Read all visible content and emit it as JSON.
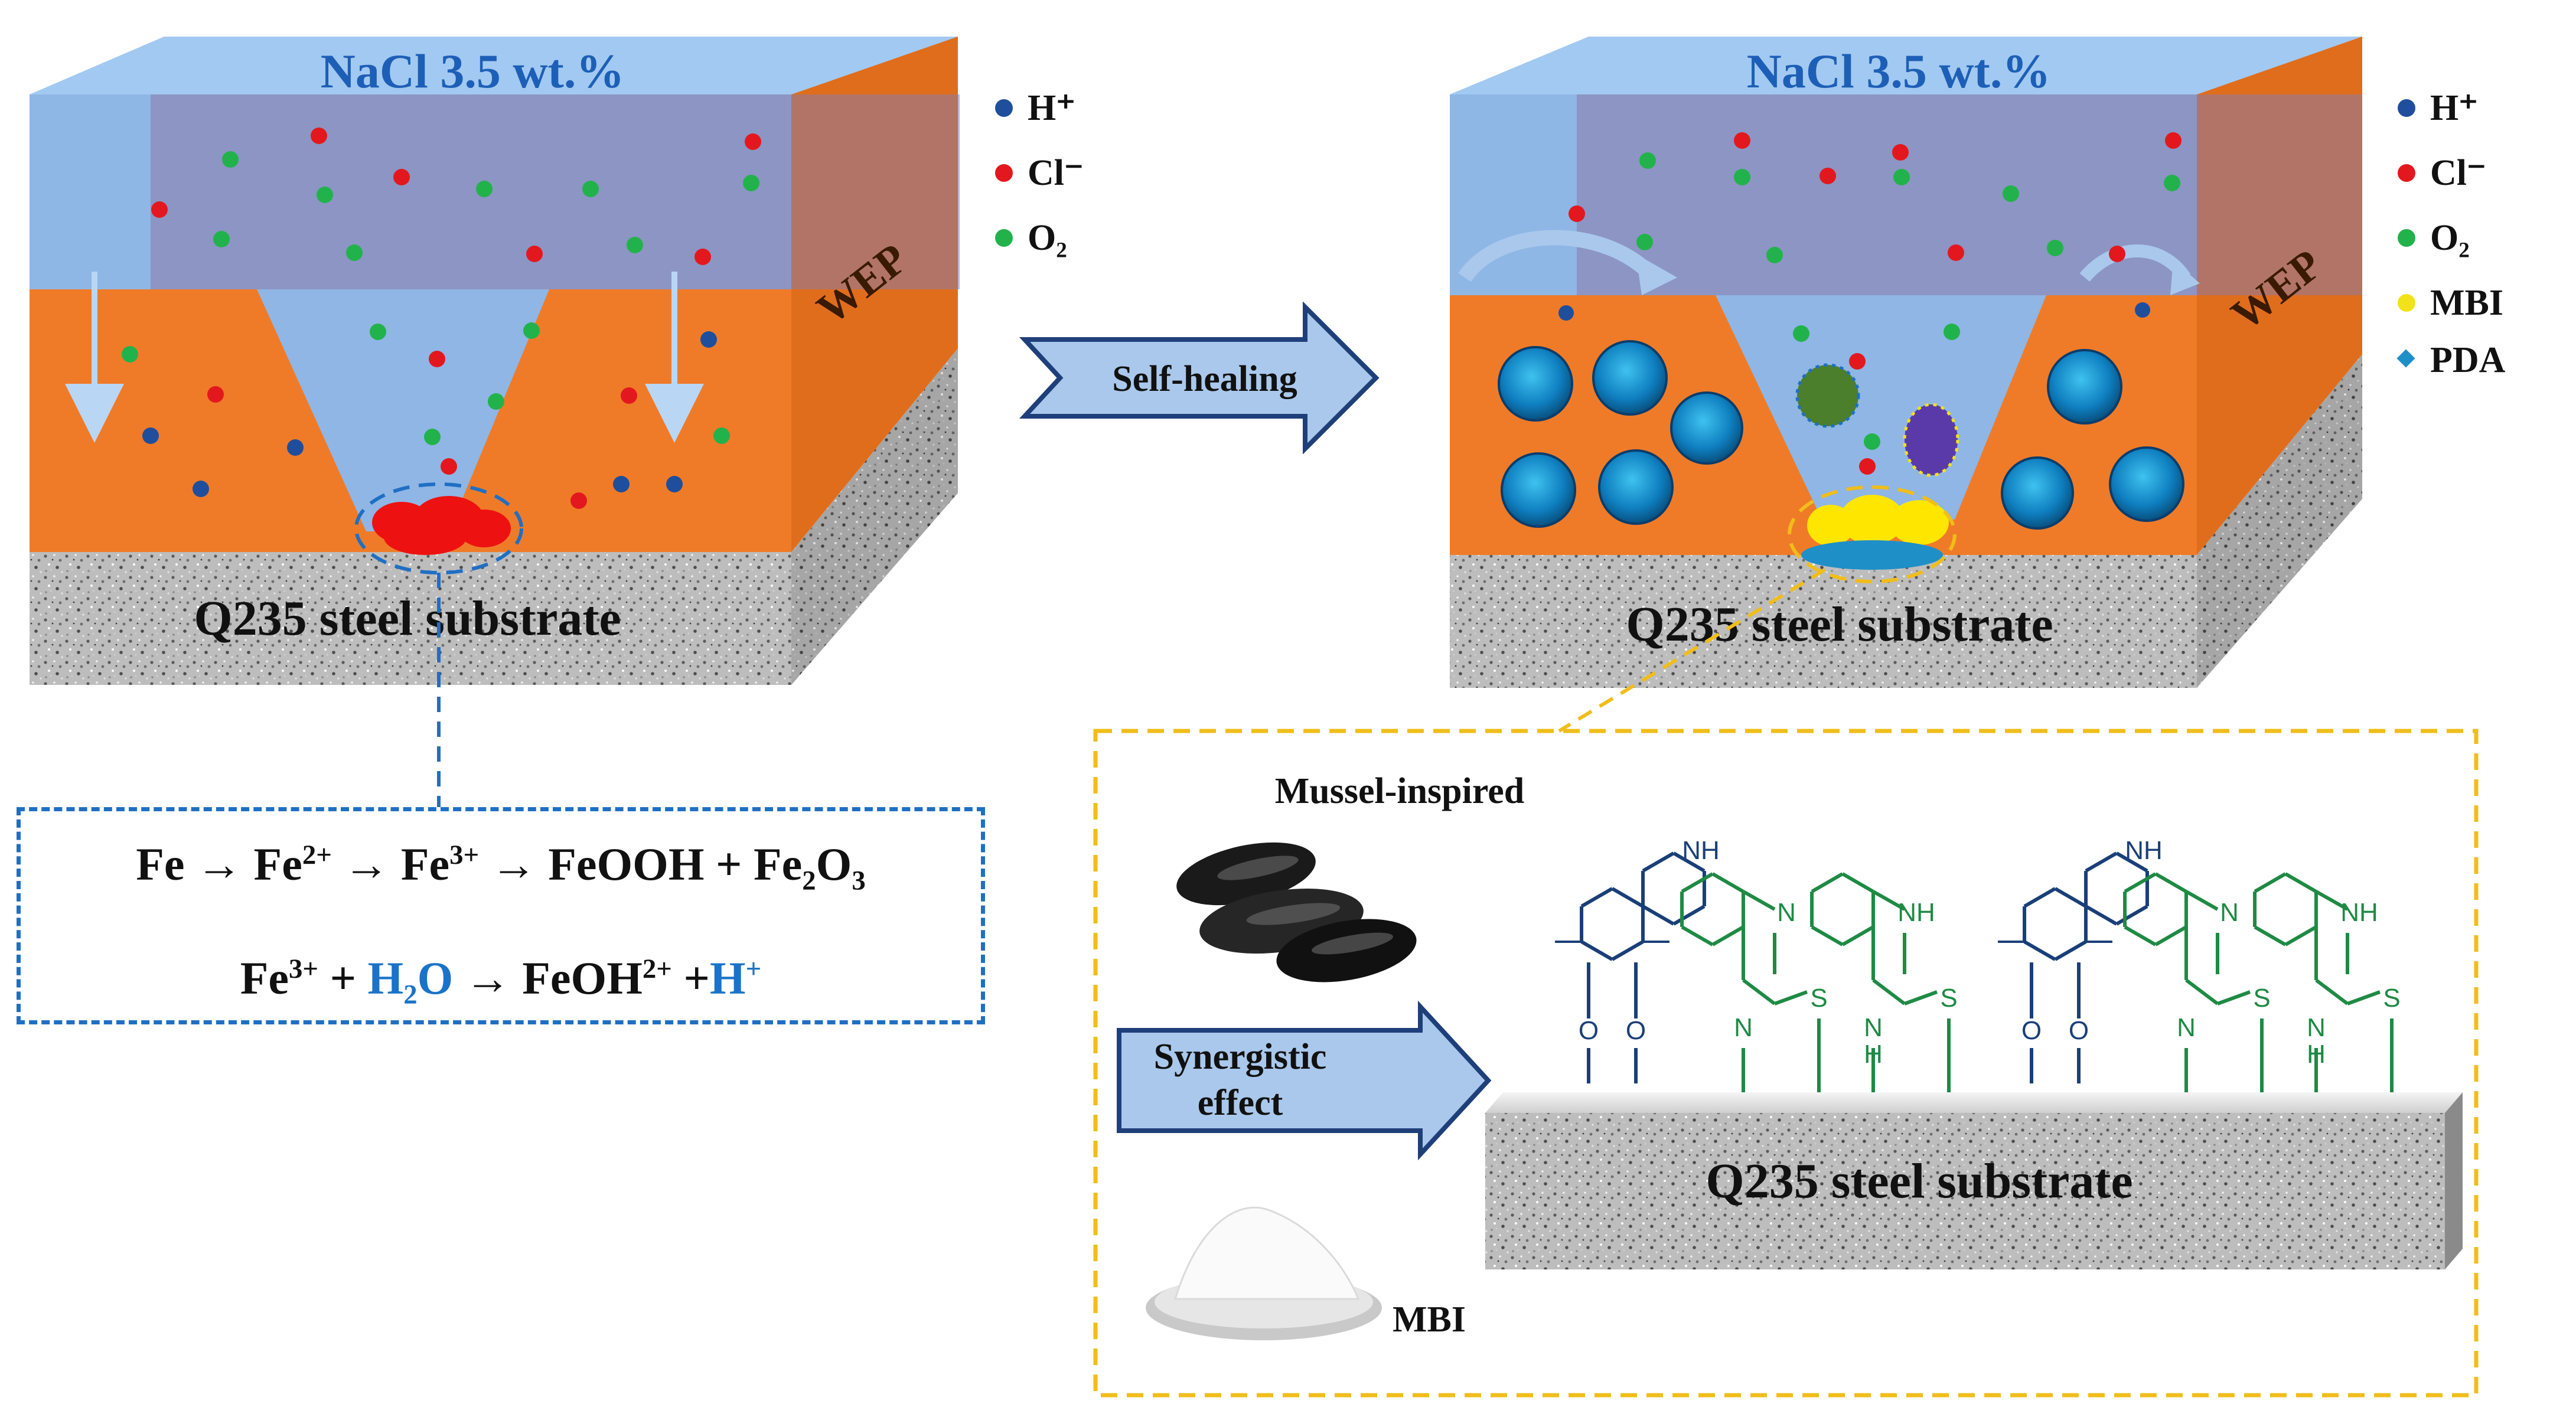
{
  "left_panel": {
    "solution_label": "NaCl 3.5 wt.%",
    "coating_label": "WEP",
    "substrate_label": "Q235 steel substrate",
    "legend": [
      {
        "symbol": "dot",
        "color": "#1f4e9c",
        "label": "H⁺"
      },
      {
        "symbol": "dot",
        "color": "#e3181e",
        "label": "Cl⁻"
      },
      {
        "symbol": "dot",
        "color": "#22b24c",
        "label": "O₂"
      }
    ]
  },
  "arrow_label": "Self-healing",
  "right_panel": {
    "solution_label": "NaCl 3.5 wt.%",
    "coating_label": "WEP",
    "substrate_label": "Q235 steel substrate",
    "legend": [
      {
        "symbol": "dot",
        "color": "#1f4e9c",
        "label": "H⁺"
      },
      {
        "symbol": "dot",
        "color": "#e3181e",
        "label": "Cl⁻"
      },
      {
        "symbol": "dot",
        "color": "#22b24c",
        "label": "O₂"
      },
      {
        "symbol": "dot",
        "color": "#f2e21a",
        "label": "MBI"
      },
      {
        "symbol": "diamond",
        "color": "#1f8fc8",
        "label": "PDA"
      }
    ]
  },
  "equations": {
    "line1": {
      "fe": "Fe",
      "fe2": "Fe",
      "fe2_charge": "2+",
      "fe3": "Fe",
      "fe3_charge": "3+",
      "feooh": "FeOOH",
      "fe2o3_a": "Fe",
      "fe2o3_sub1": "2",
      "fe2o3_b": "O",
      "fe2o3_sub2": "3"
    },
    "line2": {
      "fe3": "Fe",
      "fe3_charge": "3+",
      "water_a": "H",
      "water_sub": "2",
      "water_b": "O",
      "feoh": "FeOH",
      "feoh_charge": "2+",
      "h": "H",
      "h_charge": "+"
    }
  },
  "mechanism": {
    "mussel_label": "Mussel-inspired",
    "synergy_label_1": "Synergistic",
    "synergy_label_2": "effect",
    "mbi_label": "MBI",
    "substrate_label": "Q235 steel substrate",
    "atom_labels": {
      "nh": "NH",
      "n": "N",
      "o": "O",
      "s": "S",
      "h": "H"
    }
  },
  "colors": {
    "solution": "#8fb8ea",
    "coating": "#ee7a2a",
    "pda": "#1a3f78",
    "mbi": "#1e8a44",
    "dash_blue": "#1f6fc4",
    "dash_yellow": "#f0bd1a",
    "arrow_fill": "#a9c8ec",
    "arrow_stroke": "#1f3f7a"
  }
}
